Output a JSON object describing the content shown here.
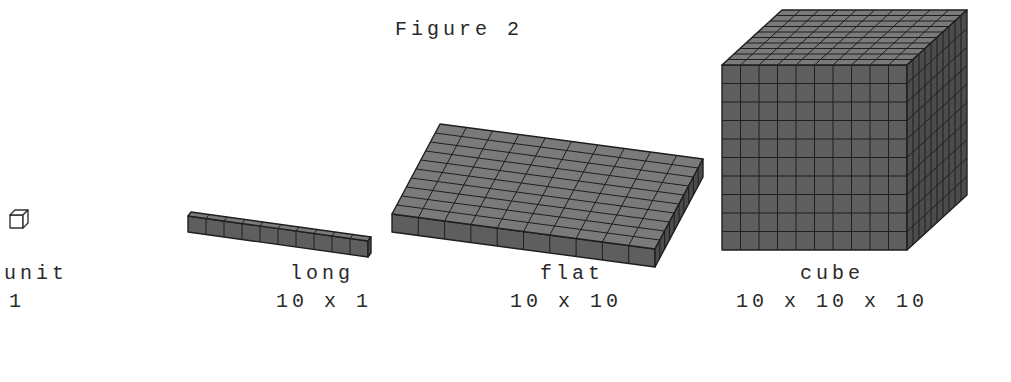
{
  "diagram": {
    "title": "Figure 2",
    "labels": [
      "unit",
      "1",
      "long",
      "10 x 1",
      "flat",
      "10 x 10",
      "cube",
      "10 x 10 x 10"
    ]
  }
}
